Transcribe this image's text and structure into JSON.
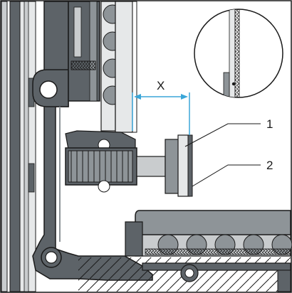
{
  "labels": {
    "dimension": "X",
    "callout_1": "1",
    "callout_2": "2"
  },
  "colors": {
    "profile_dark": "#5d6368",
    "profile_mid": "#8e9498",
    "profile_light": "#c9ccce",
    "panel_light": "#e6e8e9",
    "outline": "#1a1a1a",
    "dimension_line": "#3aa6d8",
    "background": "#ffffff"
  },
  "icons": {
    "detail_view": "magnified-detail-circle",
    "spring_screw": "threaded-screw",
    "dowel": "ribbed-dowel"
  }
}
